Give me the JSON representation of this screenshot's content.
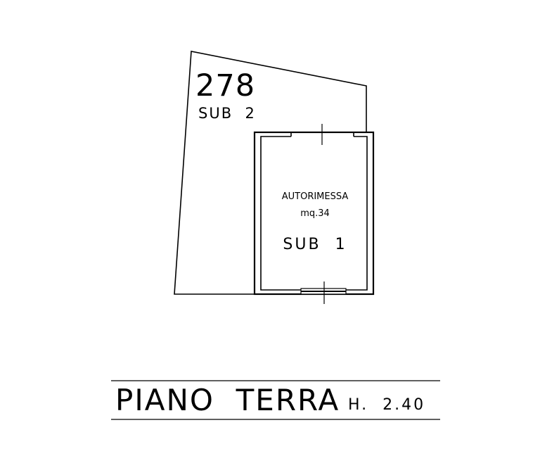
{
  "plan": {
    "parcel": {
      "number": "278",
      "sub": "SUB  2"
    },
    "room": {
      "name": "AUTORIMESSA",
      "area": "mq.34",
      "sub": "SUB  1"
    }
  },
  "footer": {
    "floor_name": "PIANO  TERRA",
    "height": "H.  2.40"
  },
  "colors": {
    "line": "#000000",
    "background": "#ffffff"
  }
}
